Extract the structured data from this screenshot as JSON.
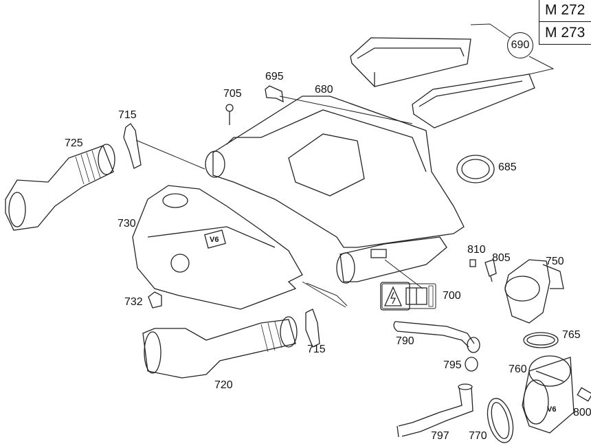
{
  "variant_table": {
    "rows": [
      "M 272",
      "M 273"
    ]
  },
  "callouts": {
    "p690": "690"
  },
  "labels": {
    "p695": "695",
    "p705": "705",
    "p680": "680",
    "p715a": "715",
    "p725": "725",
    "p685": "685",
    "p730": "730",
    "p810": "810",
    "p805": "805",
    "p750": "750",
    "p732": "732",
    "p700": "700",
    "p790": "790",
    "p765": "765",
    "p795": "795",
    "p760": "760",
    "p715b": "715",
    "p720": "720",
    "p797": "797",
    "p770": "770",
    "p800": "800"
  },
  "markings": {
    "cover_badge": "V6",
    "housing_badge": "V6"
  }
}
